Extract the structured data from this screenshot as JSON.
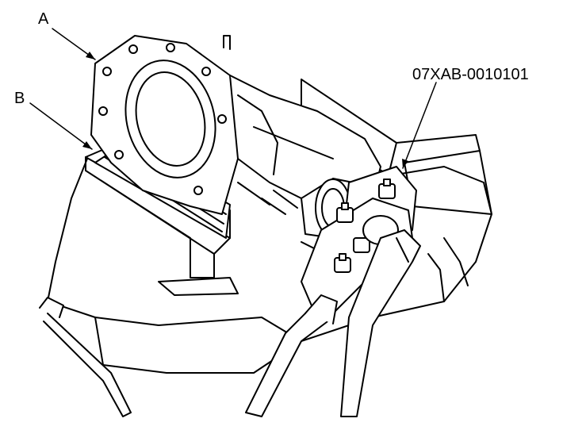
{
  "labels": {
    "a": "A",
    "b": "B",
    "tool": "07XAB-0010101"
  },
  "colors": {
    "ink": "#000000",
    "paper": "#ffffff",
    "shade": "#e6e6e6"
  }
}
